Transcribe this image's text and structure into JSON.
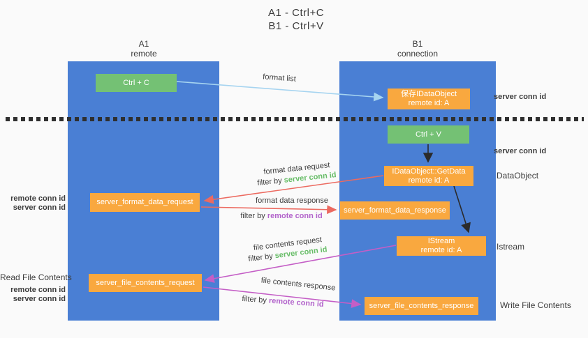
{
  "title": {
    "line1": "A1 - Ctrl+C",
    "line2": "B1 - Ctrl+V"
  },
  "columns": {
    "a1": {
      "name": "A1",
      "subtitle": "remote"
    },
    "b1": {
      "name": "B1",
      "subtitle": "connection"
    }
  },
  "nodes": {
    "ctrl_c": {
      "label": "Ctrl + C"
    },
    "save_idataobject": {
      "line1": "保存IDataObject",
      "line2": "remote id: A"
    },
    "ctrl_v": {
      "label": "Ctrl + V"
    },
    "getdata": {
      "line1": "IDataObject::GetData",
      "line2": "remote id: A"
    },
    "server_format_data_request": {
      "label": "server_format_data_request"
    },
    "server_format_data_response": {
      "label": "server_format_data_response"
    },
    "istream_node": {
      "line1": "IStream",
      "line2": "remote id: A"
    },
    "server_file_contents_request": {
      "label": "server_file_contents_request"
    },
    "server_file_contents_response": {
      "label": "server_file_contents_response"
    }
  },
  "edge_labels": {
    "format_list": "format list",
    "format_data_request": "format data request",
    "format_data_response": "format data response",
    "file_contents_request": "file contents request",
    "file_contents_response": "file contents response",
    "filter_by": "filter by ",
    "server_conn_id": "server conn id",
    "remote_conn_id": "remote conn id"
  },
  "side_labels": {
    "right_server_conn_id_1": "server conn id",
    "right_server_conn_id_2": "server conn id",
    "dataobject": "DataObject",
    "istream": "Istream",
    "write_file_contents": "Write File Contents",
    "left_remote_conn_id_1": "remote conn id",
    "left_server_conn_id_1": "server conn id",
    "read_file_contents": "Read File Contents",
    "left_remote_conn_id_2": "remote conn id",
    "left_server_conn_id_2": "server conn id"
  },
  "colors": {
    "column_blue": "#4a7fd4",
    "node_green": "#74c174",
    "node_orange": "#f9a83f",
    "arrow_lightblue": "#a6d4f0",
    "arrow_red": "#ec6a60",
    "arrow_magenta": "#c45ec6",
    "arrow_black": "#2b2b2b",
    "text_green": "#68bd68",
    "text_purple": "#b263cb",
    "text_dark": "#3d3d3d",
    "background": "#fafafa"
  }
}
